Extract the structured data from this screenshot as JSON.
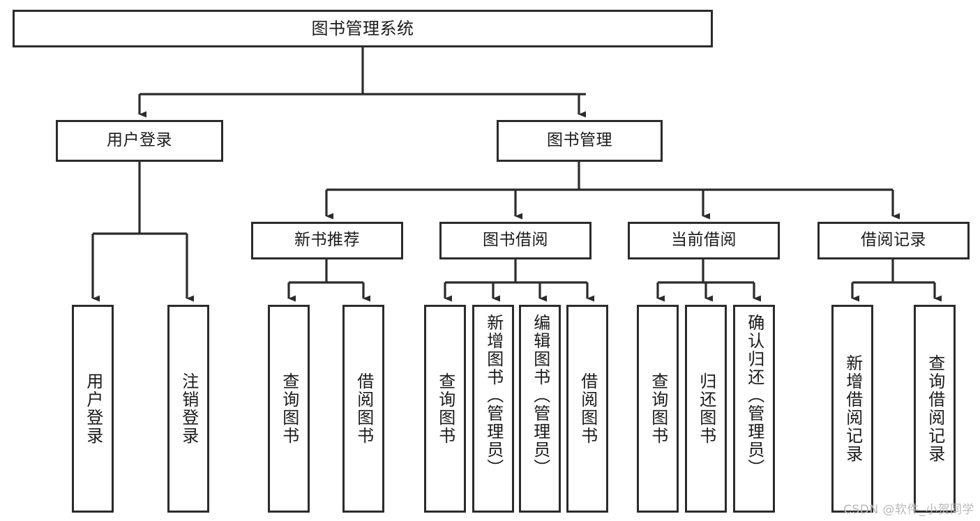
{
  "diagram": {
    "type": "tree-hierarchy",
    "title": "图书管理系统",
    "watermark": "CSDN @软件_小贺同学",
    "colors": {
      "background": "#ffffff",
      "stroke": "#2b2b2b",
      "text": "#1a1a1a",
      "watermark": "#b9b9b9"
    },
    "levels": {
      "root": {
        "label": "图书管理系统"
      },
      "level2": [
        {
          "id": "user-login",
          "label": "用户登录"
        },
        {
          "id": "book-management",
          "label": "图书管理"
        }
      ],
      "level3": [
        {
          "id": "new-book-recommend",
          "label": "新书推荐",
          "parent": "book-management"
        },
        {
          "id": "book-borrow",
          "label": "图书借阅",
          "parent": "book-management"
        },
        {
          "id": "current-borrow",
          "label": "当前借阅",
          "parent": "book-management"
        },
        {
          "id": "borrow-record",
          "label": "借阅记录",
          "parent": "book-management"
        }
      ],
      "leaves": [
        {
          "id": "leaf-user-login",
          "label": "用户登录",
          "parent": "user-login"
        },
        {
          "id": "leaf-user-logout",
          "label": "注销登录",
          "parent": "user-login"
        },
        {
          "id": "leaf-query-book-1",
          "label": "查询图书",
          "parent": "new-book-recommend"
        },
        {
          "id": "leaf-borrow-book-1",
          "label": "借阅图书",
          "parent": "new-book-recommend"
        },
        {
          "id": "leaf-query-book-2",
          "label": "查询图书",
          "parent": "book-borrow"
        },
        {
          "id": "leaf-add-book",
          "label": "新增图书（管理员）",
          "parent": "book-borrow"
        },
        {
          "id": "leaf-edit-book",
          "label": "编辑图书（管理员）",
          "parent": "book-borrow"
        },
        {
          "id": "leaf-borrow-book-2",
          "label": "借阅图书",
          "parent": "book-borrow"
        },
        {
          "id": "leaf-query-book-3",
          "label": "查询图书",
          "parent": "current-borrow"
        },
        {
          "id": "leaf-return-book",
          "label": "归还图书",
          "parent": "current-borrow"
        },
        {
          "id": "leaf-confirm-return",
          "label": "确认归还（管理员）",
          "parent": "current-borrow"
        },
        {
          "id": "leaf-add-record",
          "label": "新增借阅记录",
          "parent": "borrow-record"
        },
        {
          "id": "leaf-query-record",
          "label": "查询借阅记录",
          "parent": "borrow-record"
        }
      ]
    }
  }
}
